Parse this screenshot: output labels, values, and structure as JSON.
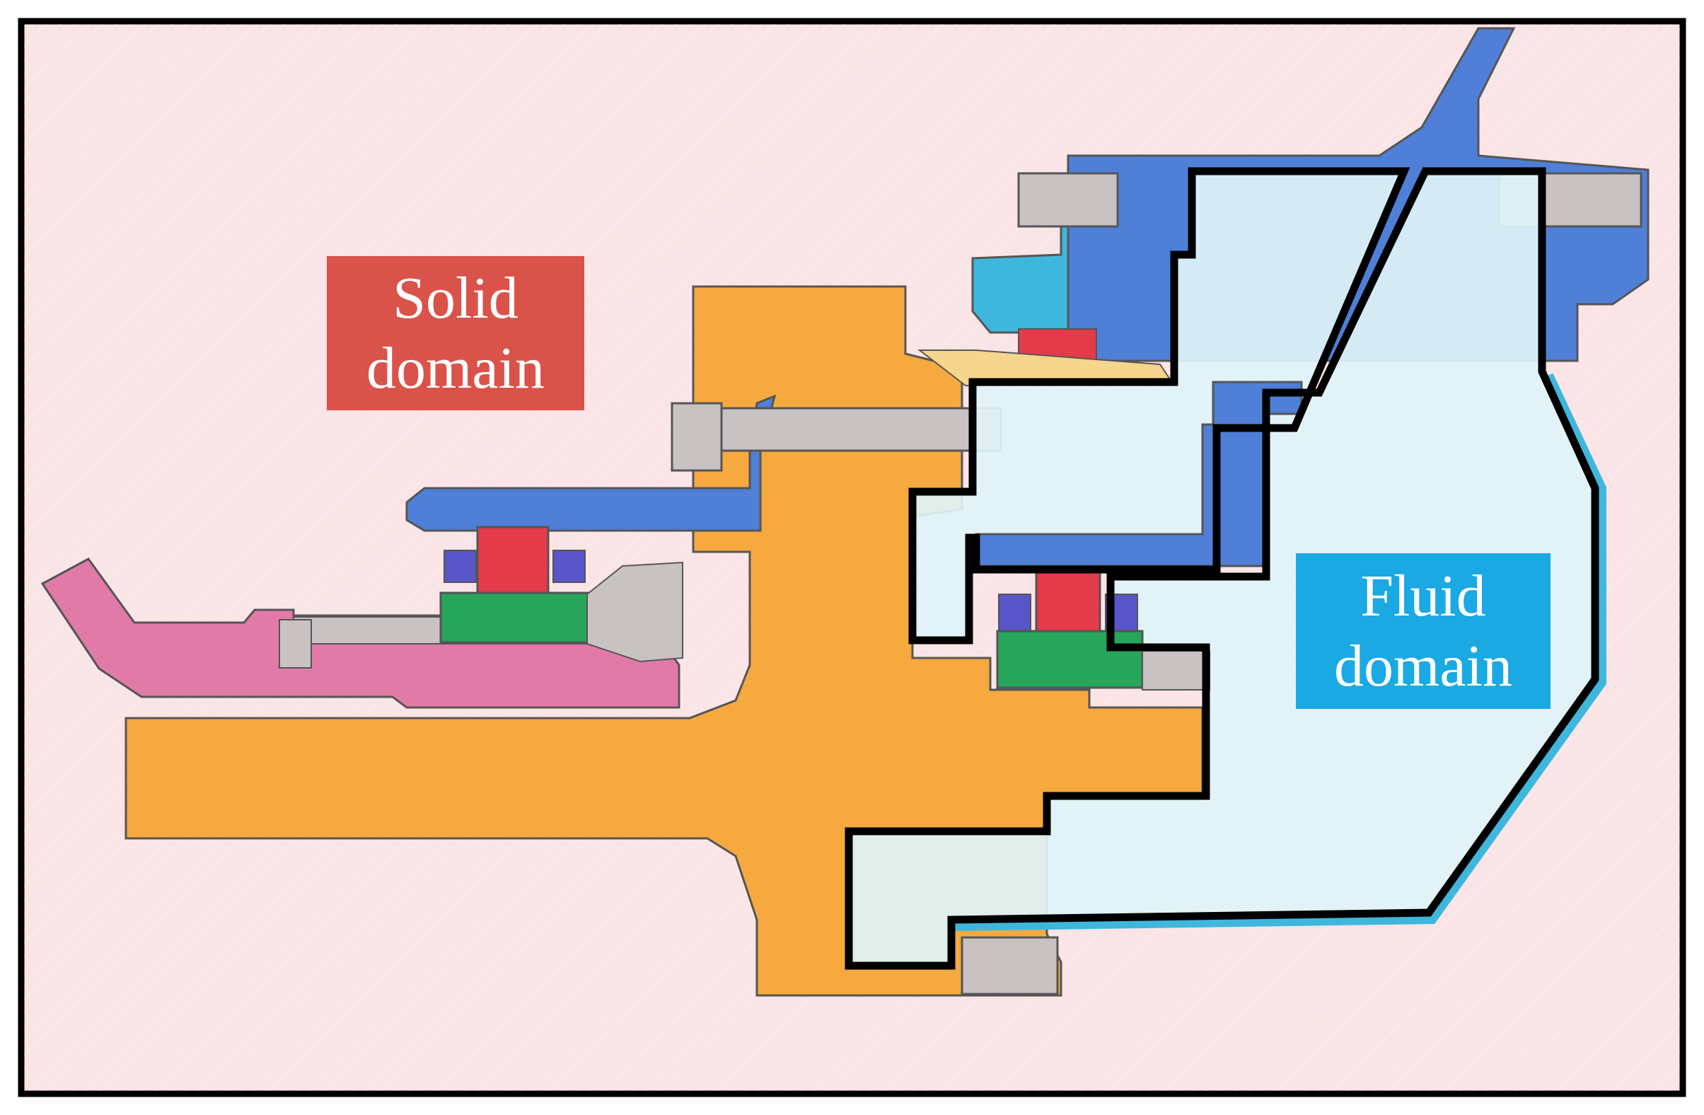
{
  "labels": {
    "solid": {
      "line1": "Solid",
      "line2": "domain"
    },
    "fluid": {
      "line1": "Fluid",
      "line2": "domain"
    }
  },
  "colors": {
    "background": "#fbe4e6",
    "solid_label_bg": "#d9534a",
    "fluid_label_bg": "#1aa9e3",
    "fluid_region": "#dff4f8",
    "orange_part": "#f5a93f",
    "blue_part": "#4f7fd6",
    "cyan_part": "#3fb7dd",
    "pink_part": "#e27aa8",
    "red_part": "#e43b4a",
    "green_part": "#27a55a",
    "purple_part": "#5a55c8",
    "grey_part": "#c9c2c2",
    "outline": "#000000"
  }
}
